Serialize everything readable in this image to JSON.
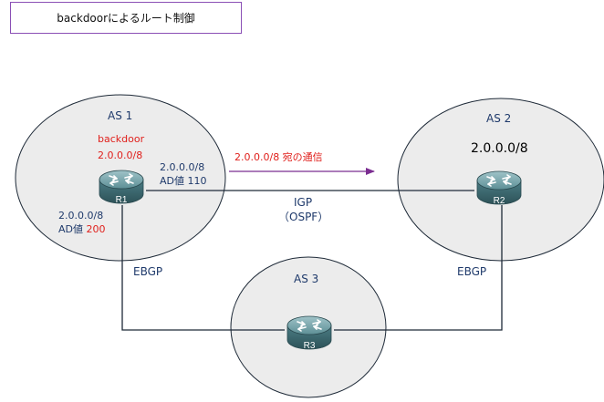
{
  "title": "backdoorによるルート制御",
  "colors": {
    "title_border": "#8a4fb5",
    "as_fill": "#ececec",
    "line": "#1e2a38",
    "arrow": "#7b2d91",
    "text_blue": "#1f3a6b",
    "text_red": "#e0201c",
    "router_body": "#3f6f78"
  },
  "as1": {
    "label": "AS 1",
    "backdoor": "backdoor",
    "backdoor_net": "2.0.0.0/8",
    "route_igp_net": "2.0.0.0/8",
    "route_igp_ad_prefix": "AD値",
    "route_igp_ad": "110",
    "route_ebgp_net": "2.0.0.0/8",
    "route_ebgp_ad_prefix": "AD値",
    "route_ebgp_ad": "200"
  },
  "as2": {
    "label": "AS 2",
    "network": "2.0.0.0/8"
  },
  "as3": {
    "label": "AS 3"
  },
  "routers": {
    "r1": "R1",
    "r2": "R2",
    "r3": "R3"
  },
  "links": {
    "r1_r2": "IGP",
    "r1_r2_sub": "（OSPF）",
    "r1_r3": "EBGP",
    "r2_r3": "EBGP"
  },
  "traffic": {
    "label": "2.0.0.0/8 宛の通信"
  },
  "icons": [
    "router-icon"
  ]
}
